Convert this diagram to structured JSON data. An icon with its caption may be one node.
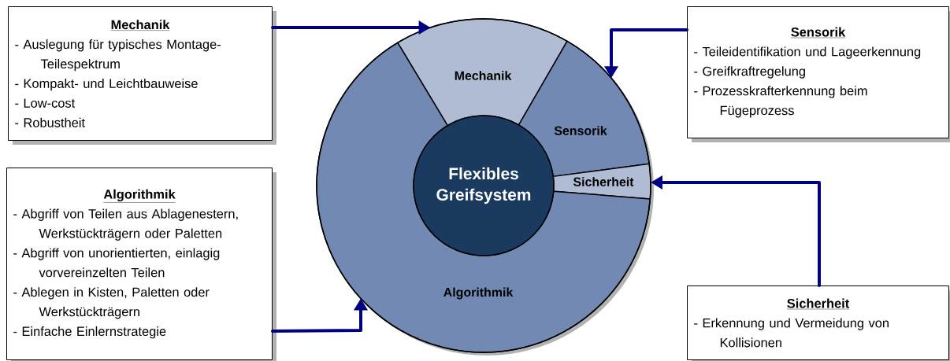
{
  "diagram": {
    "nodes": [
      {
        "text": [
          "Mechanik",
          "- Auslegung für typisches Montage-Teilespektrum",
          "- Kompakt- und Leichtbauweise",
          "- Low-cost",
          "- Robustheit"
        ]
      },
      {
        "text": [
          "Sensorik",
          "- Teileidentifikation und Lageerkennung",
          "- Greifkraftregelung",
          "- Prozesskrafterkennung beim Fügeprozess"
        ]
      },
      {
        "text": [
          "Mechanik"
        ]
      },
      {
        "text": [
          "Sensorik"
        ]
      },
      {
        "text": [
          "Flexibles Greifsystem"
        ]
      },
      {
        "text": [
          "Sicherheit"
        ]
      },
      {
        "text": [
          "Algorithmik",
          "- Abgriff von Teilen aus Ablagenestern, Werkstückträgern oder Paletten",
          "- Abgriff von unorientierten, einlagig vorvereinzelten Teilen",
          "- Ablegen in Kisten, Paletten oder Werkstückträgern",
          "- Einfache Einlernstrategie"
        ]
      },
      {
        "text": [
          "Algorithmik"
        ]
      },
      {
        "text": [
          "Sicherheit",
          "- Erkennung und Vermeidung von Kollisionen"
        ]
      }
    ],
    "edges": [
      {
        "from": 0,
        "to": 2,
        "arrow": "to"
      },
      {
        "from": 1,
        "to": 3,
        "arrow": "to"
      },
      {
        "from": 6,
        "to": 7,
        "arrow": "to"
      },
      {
        "from": 8,
        "to": 5,
        "arrow": "to"
      }
    ]
  }
}
